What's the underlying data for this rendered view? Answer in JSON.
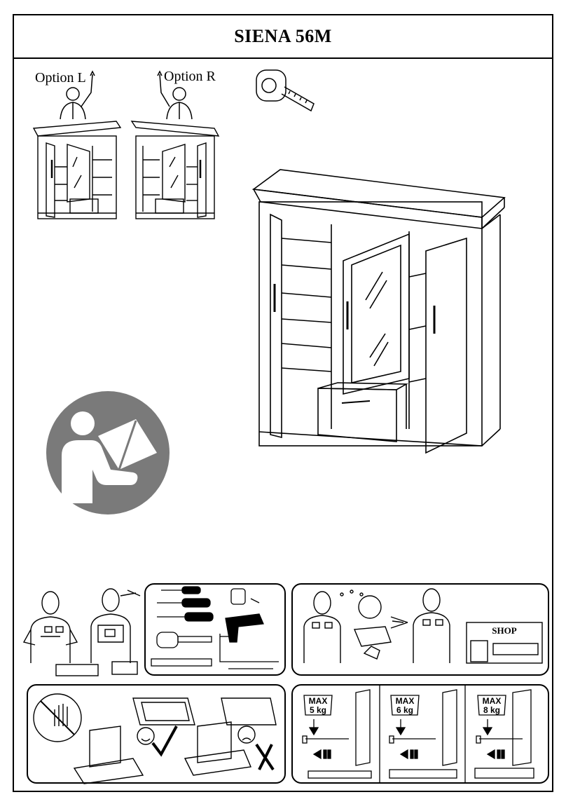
{
  "header": {
    "title": "SIENA 56M"
  },
  "options": {
    "left_label": "Option L",
    "right_label": "Option R"
  },
  "shop": {
    "sign": "SHOP"
  },
  "drawer_limits": [
    {
      "line1": "MAX",
      "line2": "5 kg"
    },
    {
      "line1": "MAX",
      "line2": "6 kg"
    },
    {
      "line1": "MAX",
      "line2": "8 kg"
    }
  ],
  "icons": [
    "tape-measure-icon",
    "read-manual-icon",
    "question-icon",
    "smiley-icon",
    "sad-face-icon",
    "check-icon",
    "cross-icon"
  ],
  "colors": {
    "ink": "#000000",
    "manual_icon_gray": "#7a7a7a"
  }
}
